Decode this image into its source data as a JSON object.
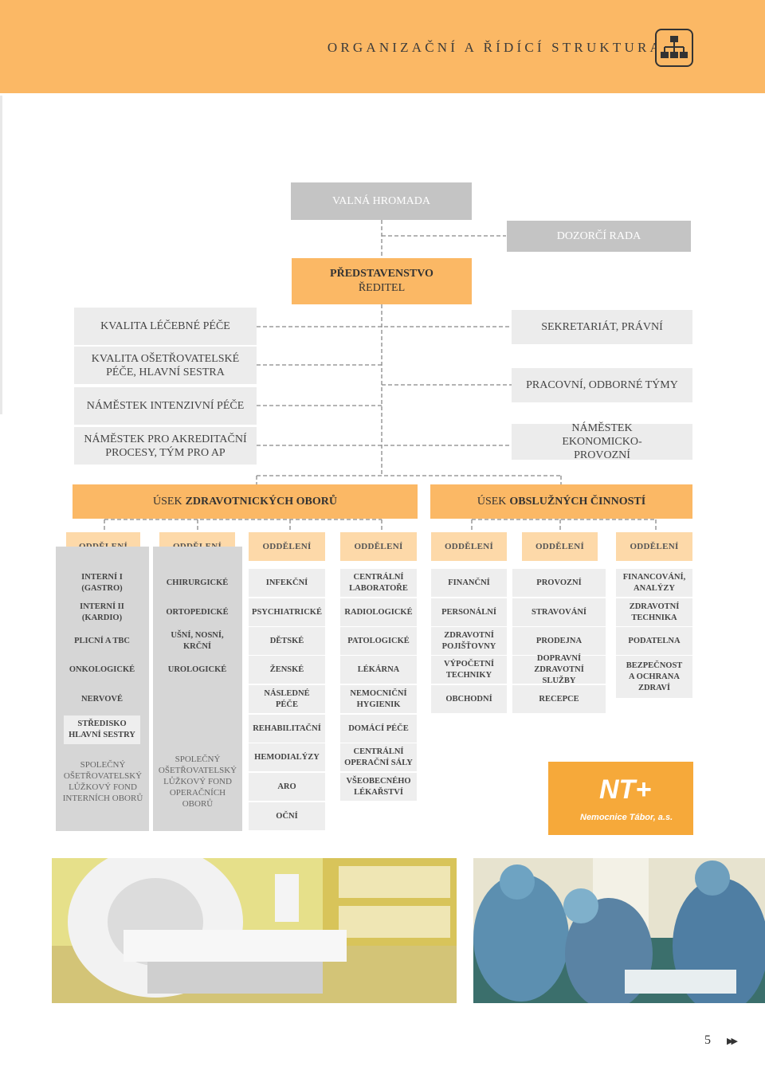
{
  "header": {
    "title": "ORGANIZAČNÍ A ŘÍDÍCÍ STRUKTURA",
    "accent": "#fbb865"
  },
  "top": {
    "valna": "VALNÁ HROMADA",
    "dozorci": "DOZORČÍ RADA",
    "predstavenstvo": "PŘEDSTAVENSTVO",
    "reditel": "ŘEDITEL"
  },
  "left_staff": [
    "KVALITA LÉČEBNÉ PÉČE",
    "KVALITA OŠETŘOVATELSKÉ PÉČE, HLAVNÍ SESTRA",
    "NÁMĚSTEK INTENZIVNÍ PÉČE",
    "NÁMĚSTEK PRO AKREDITAČNÍ PROCESY, TÝM PRO AP"
  ],
  "right_staff": [
    "SEKRETARIÁT, PRÁVNÍ",
    "PRACOVNÍ, ODBORNÉ TÝMY",
    "NÁMĚSTEK EKONOMICKO-PROVOZNÍ"
  ],
  "usek": {
    "z_prefix": "ÚSEK",
    "z_bold": "ZDRAVOTNICKÝCH OBORŮ",
    "o_prefix": "ÚSEK",
    "o_bold": "OBSLUŽNÝCH ČINNOSTÍ"
  },
  "dept_header": "ODDĚLENÍ",
  "columns": [
    {
      "cells": [
        "INTERNÍ I (GASTRO)",
        "INTERNÍ II (KARDIO)",
        "PLICNÍ A TBC",
        "ONKOLOGICKÉ",
        "NERVOVÉ",
        "STŘEDISKO HLAVNÍ SESTRY"
      ],
      "footer": "SPOLEČNÝ OŠETŘOVATELSKÝ LŮŽKOVÝ FOND INTERNÍCH OBORŮ"
    },
    {
      "cells": [
        "CHIRURGICKÉ",
        "ORTOPEDICKÉ",
        "UŠNÍ, NOSNÍ, KRČNÍ",
        "UROLOGICKÉ"
      ],
      "footer": "SPOLEČNÝ OŠETŘOVATELSKÝ LŮŽKOVÝ FOND OPERAČNÍCH OBORŮ"
    },
    {
      "cells": [
        "INFEKČNÍ",
        "PSYCHIATRICKÉ",
        "DĚTSKÉ",
        "ŽENSKÉ",
        "NÁSLEDNÉ PÉČE",
        "REHABILITAČNÍ",
        "HEMODIALÝZY",
        "ARO",
        "OČNÍ"
      ]
    },
    {
      "cells": [
        "CENTRÁLNÍ LABORATOŘE",
        "RADIOLOGICKÉ",
        "PATOLOGICKÉ",
        "LÉKÁRNA",
        "NEMOCNIČNÍ HYGIENIK",
        "DOMÁCÍ PÉČE",
        "CENTRÁLNÍ OPERAČNÍ SÁLY",
        "VŠEOBECNÉHO LÉKAŘSTVÍ"
      ]
    },
    {
      "cells": [
        "FINANČNÍ",
        "PERSONÁLNÍ",
        "ZDRAVOTNÍ POJIŠŤOVNY",
        "VÝPOČETNÍ TECHNIKY",
        "OBCHODNÍ"
      ]
    },
    {
      "cells": [
        "PROVOZNÍ",
        "STRAVOVÁNÍ",
        "PRODEJNA",
        "DOPRAVNÍ ZDRAVOTNÍ SLUŽBY",
        "RECEPCE"
      ]
    },
    {
      "cells": [
        "FINANCOVÁNÍ, ANALÝZY",
        "ZDRAVOTNÍ TECHNIKA",
        "PODATELNA",
        "BEZPEČNOST A OCHRANA ZDRAVÍ"
      ]
    }
  ],
  "brand": {
    "logo": "NT+",
    "name": "Nemocnice Tábor, a.s."
  },
  "page": {
    "number": "5"
  }
}
